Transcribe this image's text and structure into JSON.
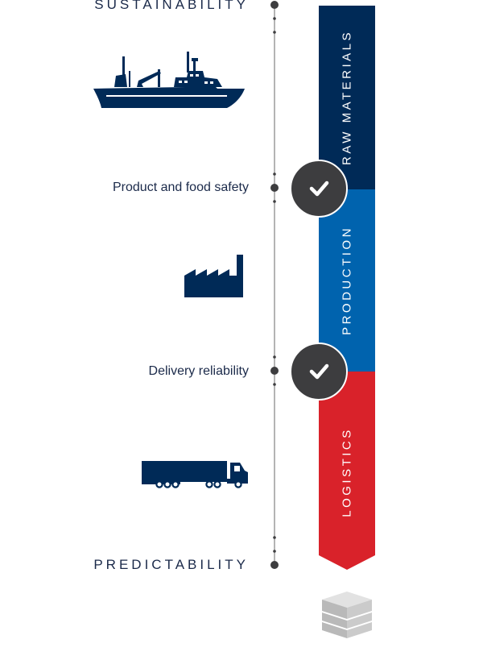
{
  "labels": {
    "sustainability": "SUSTAINABILITY",
    "food_safety": "Product and food safety",
    "delivery": "Delivery reliability",
    "predictability": "PREDICTABILITY"
  },
  "bands": {
    "raw_materials": "RAW MATERIALS",
    "production": "PRODUCTION",
    "logistics": "LOGISTICS"
  },
  "icons": {
    "ship": "fishing-vessel-icon",
    "factory": "factory-icon",
    "truck": "truck-icon",
    "box": "stacked-boxes-icon",
    "check": "check-icon"
  },
  "colors": {
    "navy": "#002a57",
    "blue": "#0063ae",
    "red": "#d9222a",
    "check_circle": "#3d3d3f",
    "line": "#555555",
    "text": "#1b2a4a"
  }
}
